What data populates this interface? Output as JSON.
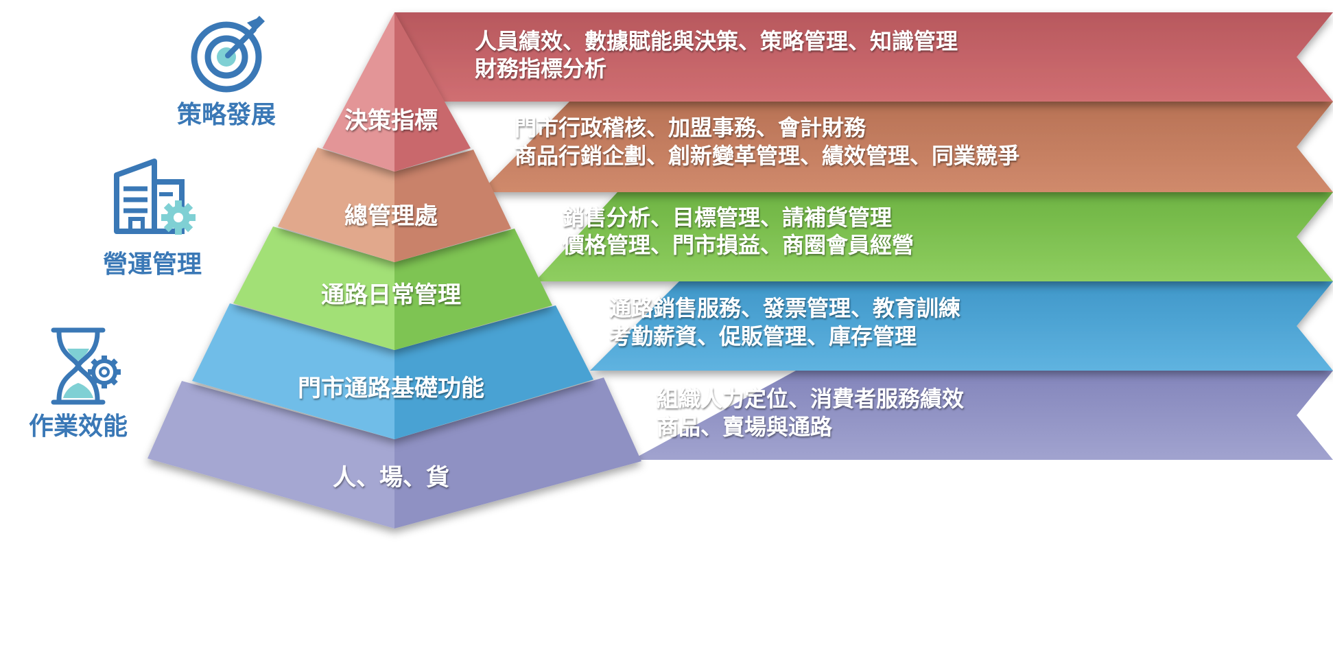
{
  "colors": {
    "red": "#c9686c",
    "orange": "#c98466",
    "green": "#86c55a",
    "blue": "#53a8d8",
    "purple": "#9a9cc9",
    "category_text": "#3a78b6",
    "icon_blue": "#3a78b6",
    "icon_teal": "#7fd0d4"
  },
  "categories": [
    {
      "label": "策略發展",
      "icon": "target-icon"
    },
    {
      "label": "營運管理",
      "icon": "building-gear-icon"
    },
    {
      "label": "作業效能",
      "icon": "hourglass-gear-icon"
    }
  ],
  "pyramid": {
    "levels": [
      {
        "label": "決策指標"
      },
      {
        "label": "總管理處"
      },
      {
        "label": "通路日常管理"
      },
      {
        "label": "門市通路基礎功能"
      },
      {
        "label": "人、場、貨"
      }
    ]
  },
  "ribbons": [
    {
      "line1": "人員績效、數據賦能與決策、策略管理、知識管理",
      "line2": "財務指標分析"
    },
    {
      "line1": "門市行政稽核、加盟事務、會計財務",
      "line2": "商品行銷企劃、創新變革管理、績效管理、同業競爭"
    },
    {
      "line1": "銷售分析、目標管理、請補貨管理",
      "line2": "價格管理、門市損益、商圈會員經營"
    },
    {
      "line1": "通路銷售服務、發票管理、教育訓練",
      "line2": "考勤薪資、促販管理、庫存管理"
    },
    {
      "line1": "組織人力定位、消費者服務績效",
      "line2": "商品、賣場與通路"
    }
  ]
}
